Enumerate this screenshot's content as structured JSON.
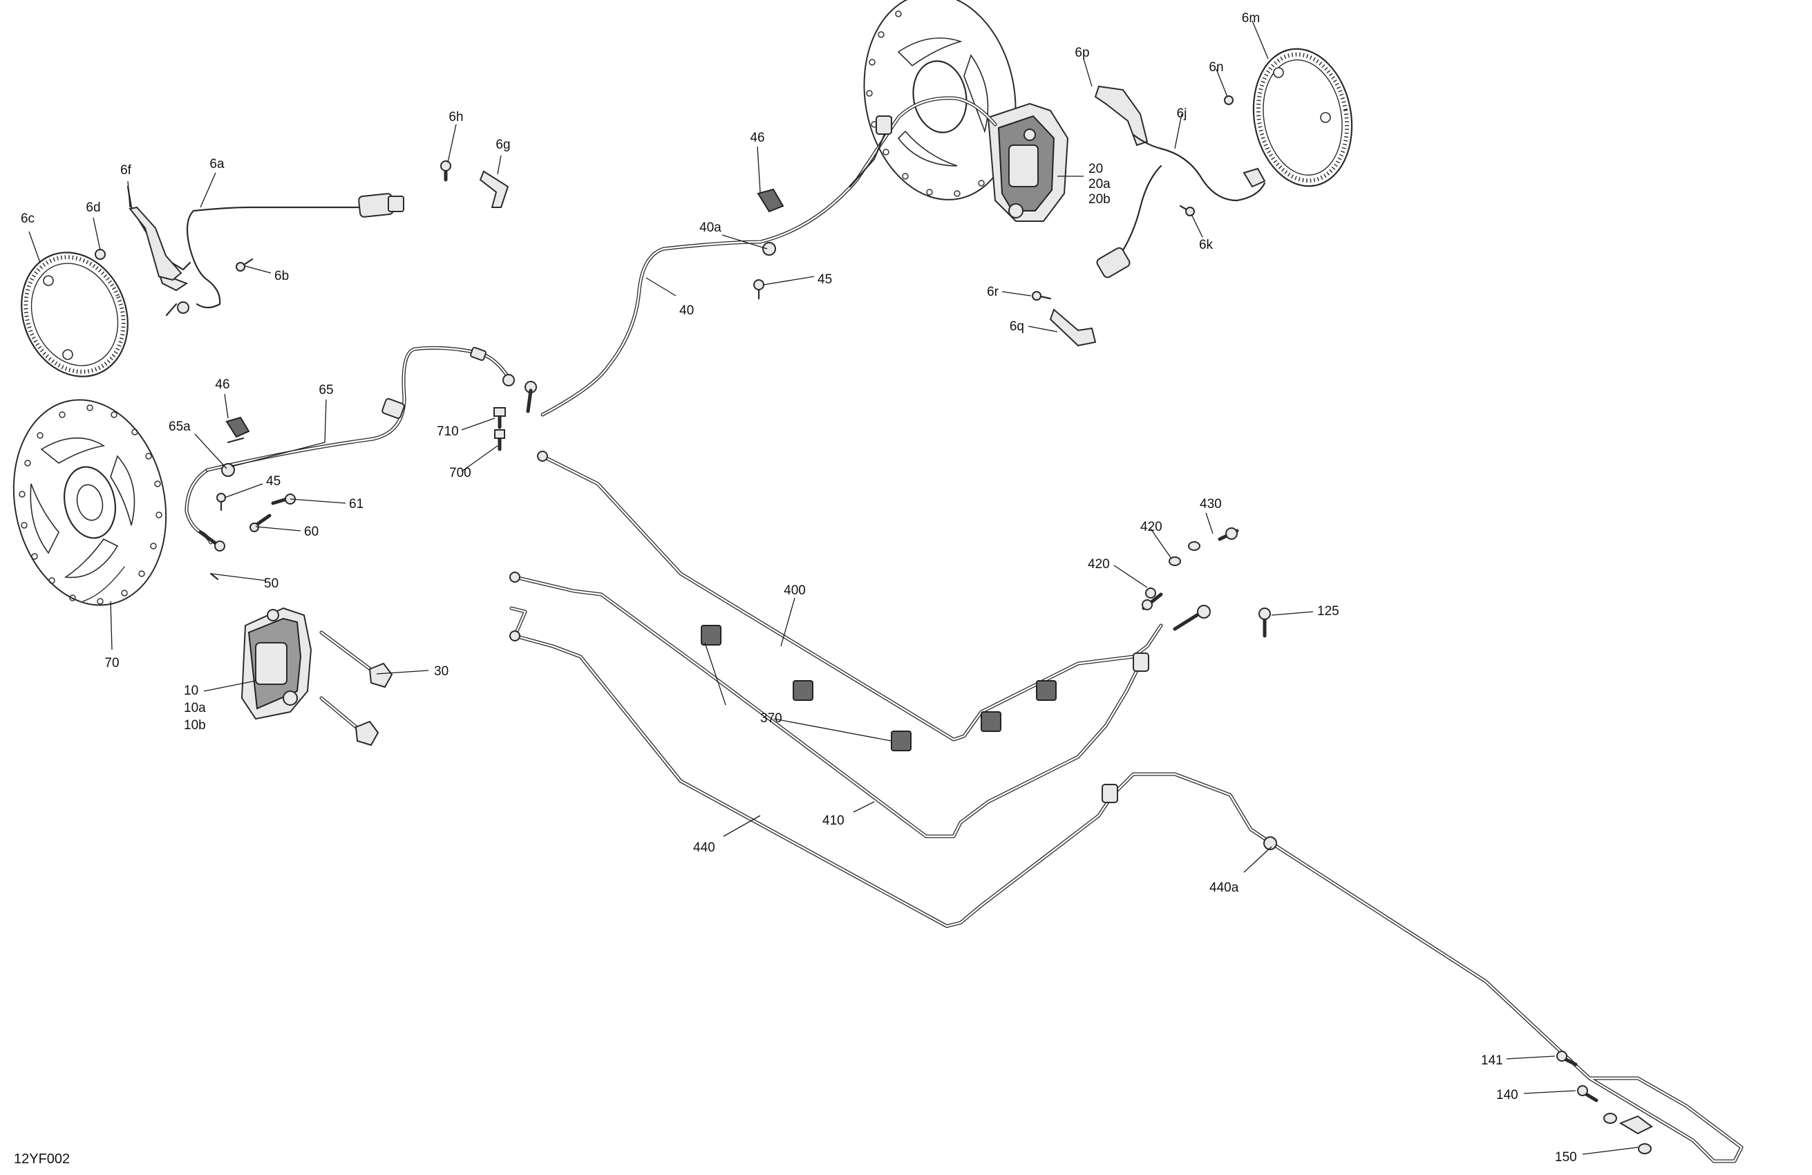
{
  "diagram": {
    "code": "12YF002",
    "callouts": [
      "6h",
      "6g",
      "6f",
      "6a",
      "6c",
      "6d",
      "6b",
      "46",
      "40a",
      "45",
      "40",
      "6m",
      "6p",
      "6n",
      "6j",
      "20",
      "20a",
      "20b",
      "6k",
      "6r",
      "6q",
      "46",
      "65",
      "65a",
      "45",
      "61",
      "60",
      "50",
      "70",
      "710",
      "700",
      "10",
      "10a",
      "10b",
      "30",
      "400",
      "430",
      "420",
      "420",
      "125",
      "370",
      "410",
      "440",
      "440a",
      "141",
      "140",
      "150"
    ]
  }
}
